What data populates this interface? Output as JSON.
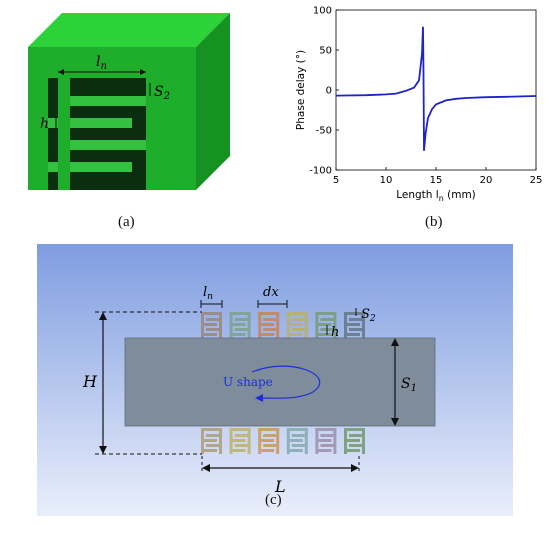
{
  "panel_a": {
    "caption": "(a)",
    "labels": {
      "ln_main": "l",
      "ln_sub": "n",
      "s2_main": "S",
      "s2_sub": "2",
      "h": "h"
    },
    "colors": {
      "front": "#1fae2b",
      "top": "#2bd23a",
      "side": "#159222",
      "slot": "#0b2e10",
      "fin": "#33c13f"
    }
  },
  "panel_b": {
    "caption": "(b)"
  },
  "panel_c": {
    "caption": "(c)",
    "labels": {
      "ln_main": "l",
      "ln_sub": "n",
      "dx": "dx",
      "s2_main": "S",
      "s2_sub": "2",
      "h": "h",
      "H": "H",
      "s1_main": "S",
      "s1_sub": "1",
      "u_shape": "U shape",
      "L": "L"
    },
    "unit_colors_top": [
      "#9b8d8a",
      "#80a596",
      "#c08a6e",
      "#b7b078",
      "#7f9e86",
      "#6d7f92"
    ],
    "unit_colors_bottom": [
      "#b3a58a",
      "#c0b878",
      "#c9a16a",
      "#8fb0b8",
      "#a29ab5",
      "#7fa382"
    ],
    "colors": {
      "background_top": "#7f9de0",
      "background_bottom": "#e9eefb",
      "rect": "#7e8c9b",
      "arrow": "#1b2fd8"
    }
  },
  "chart_data": {
    "type": "line",
    "title": "",
    "xlabel": "Length l_n (mm)",
    "ylabel": "Phase delay (°)",
    "xlim": [
      5,
      25
    ],
    "ylim": [
      -100,
      100
    ],
    "xticks": [
      5,
      10,
      15,
      20,
      25
    ],
    "yticks": [
      -100,
      -50,
      0,
      50,
      100
    ],
    "grid": false,
    "series": [
      {
        "color": "#1f23c8",
        "x": [
          5,
          8,
          10,
          11,
          12,
          12.8,
          13.3,
          13.6,
          13.7,
          13.75,
          13.8,
          13.95,
          14.2,
          14.6,
          15,
          16,
          17,
          18,
          20,
          22,
          25
        ],
        "y": [
          -7,
          -6.5,
          -5.5,
          -4.5,
          -1,
          3,
          12,
          45,
          79,
          20,
          -76,
          -55,
          -35,
          -24,
          -18,
          -13,
          -11,
          -10,
          -9,
          -8.5,
          -7.5
        ]
      }
    ]
  }
}
